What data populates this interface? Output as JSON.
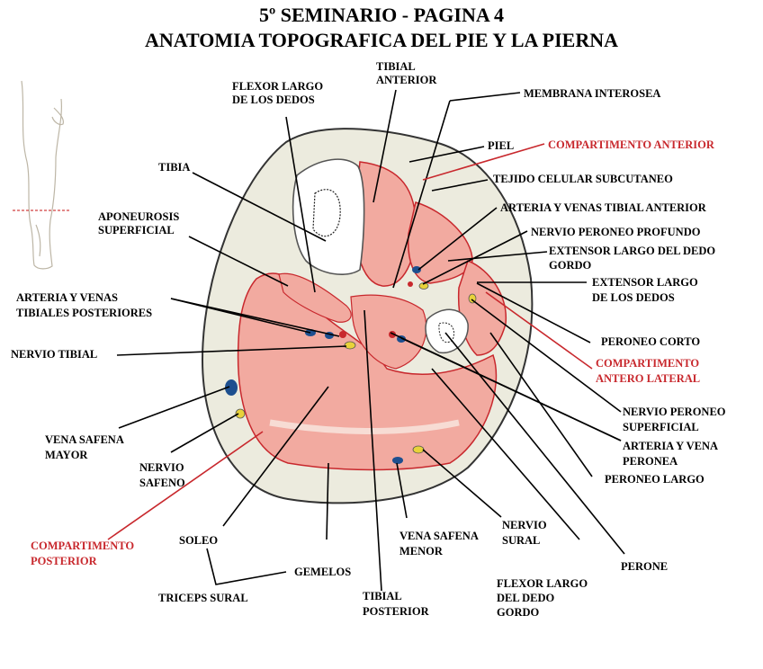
{
  "header": {
    "title_line1": "5º SEMINARIO - PAGINA 4",
    "title_line2": "ANATOMIA TOPOGRAFICA DEL PIE Y LA PIERNA"
  },
  "colors": {
    "muscle": "#f2aaa0",
    "outline_red": "#c8282d",
    "vessel_blue": "#1d4f8f",
    "nerve_yellow": "#e8d23a",
    "skin": "#ece9dc"
  },
  "labels": {
    "flexor_largo_dedos": [
      "FLEXOR LARGO",
      "DE LOS DEDOS"
    ],
    "tibial_anterior": [
      "TIBIAL",
      "ANTERIOR"
    ],
    "membrana_interosea": "MEMBRANA INTEROSEA",
    "piel": "PIEL",
    "compartimento_anterior": "COMPARTIMENTO ANTERIOR",
    "tibia": "TIBIA",
    "tejido_celular": "TEJIDO CELULAR SUBCUTANEO",
    "aponeurosis": [
      "APONEUROSIS",
      "SUPERFICIAL"
    ],
    "arteria_tibial_anterior": "ARTERIA Y VENAS TIBIAL ANTERIOR",
    "nervio_peroneo_profundo": "NERVIO PERONEO PROFUNDO",
    "extensor_dedo_gordo": [
      "EXTENSOR LARGO DEL DEDO",
      "GORDO"
    ],
    "extensor_dedos": [
      "EXTENSOR LARGO",
      "DE LOS DEDOS"
    ],
    "arteria_tibiales_posteriores": [
      "ARTERIA Y VENAS",
      "TIBIALES POSTERIORES"
    ],
    "peroneo_corto": "PERONEO CORTO",
    "nervio_tibial": "NERVIO TIBIAL",
    "compartimento_antero_lateral": [
      "COMPARTIMENTO",
      "ANTERO LATERAL"
    ],
    "nervio_peroneo_superficial": [
      "NERVIO PERONEO",
      "SUPERFICIAL"
    ],
    "vena_safena_mayor": [
      "VENA SAFENA",
      "MAYOR"
    ],
    "arteria_vena_peronea": [
      "ARTERIA Y VENA",
      "PERONEA"
    ],
    "nervio_safeno": [
      "NERVIO",
      "SAFENO"
    ],
    "peroneo_largo": "PERONEO LARGO",
    "compartimento_posterior": [
      "COMPARTIMENTO",
      "POSTERIOR"
    ],
    "soleo": "SOLEO",
    "vena_safena_menor": [
      "VENA SAFENA",
      "MENOR"
    ],
    "nervio_sural": [
      "NERVIO",
      "SURAL"
    ],
    "gemelos": "GEMELOS",
    "perone": "PERONE",
    "triceps_sural": "TRICEPS SURAL",
    "tibial_posterior": [
      "TIBIAL",
      "POSTERIOR"
    ],
    "flexor_dedo_gordo": [
      "FLEXOR LARGO",
      "DEL DEDO",
      "GORDO"
    ]
  }
}
